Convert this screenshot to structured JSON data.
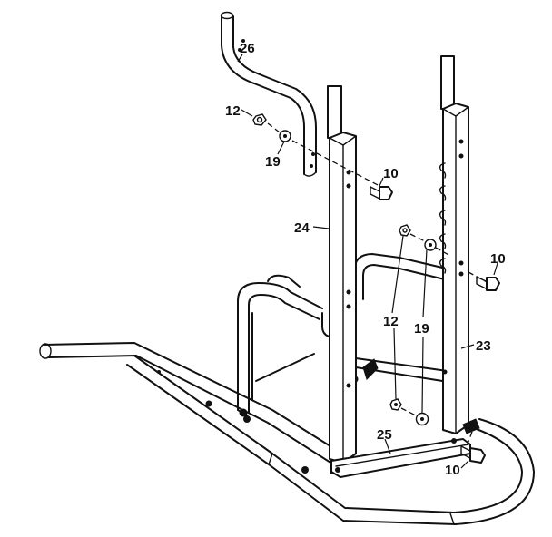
{
  "callouts": {
    "part_26": "26",
    "part_12_top": "12",
    "part_19_top": "19",
    "part_10_top": "10",
    "part_24": "24",
    "part_10_right": "10",
    "part_12_mid": "12",
    "part_19_mid": "19",
    "part_23": "23",
    "part_25": "25",
    "part_10_bottom": "10"
  }
}
